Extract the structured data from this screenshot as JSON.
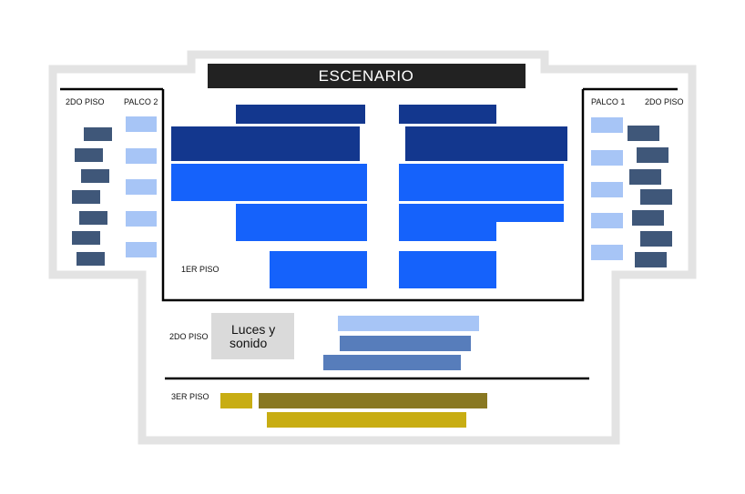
{
  "stage": {
    "label": "ESCENARIO"
  },
  "booth": {
    "label_line1": "Luces y",
    "label_line2": "sonido"
  },
  "labels": {
    "left_upper_floor": "2DO PISO",
    "left_box": "PALCO 2",
    "right_box": "PALCO 1",
    "right_upper_floor": "2DO PISO",
    "first_floor": "1ER PISO",
    "second_floor": "2DO PISO",
    "third_floor": "3ER PISO"
  },
  "colors": {
    "outline": "#e3e3e3",
    "stage_bar": "#222222",
    "dark_navy": "#13378e",
    "bright_blue": "#1562fb",
    "light_blue": "#a7c5f6",
    "slate": "#3f5779",
    "steel_blue": "#577dbb",
    "booth_gray": "#dadada",
    "olive": "#897822",
    "gold": "#c8ad13"
  }
}
